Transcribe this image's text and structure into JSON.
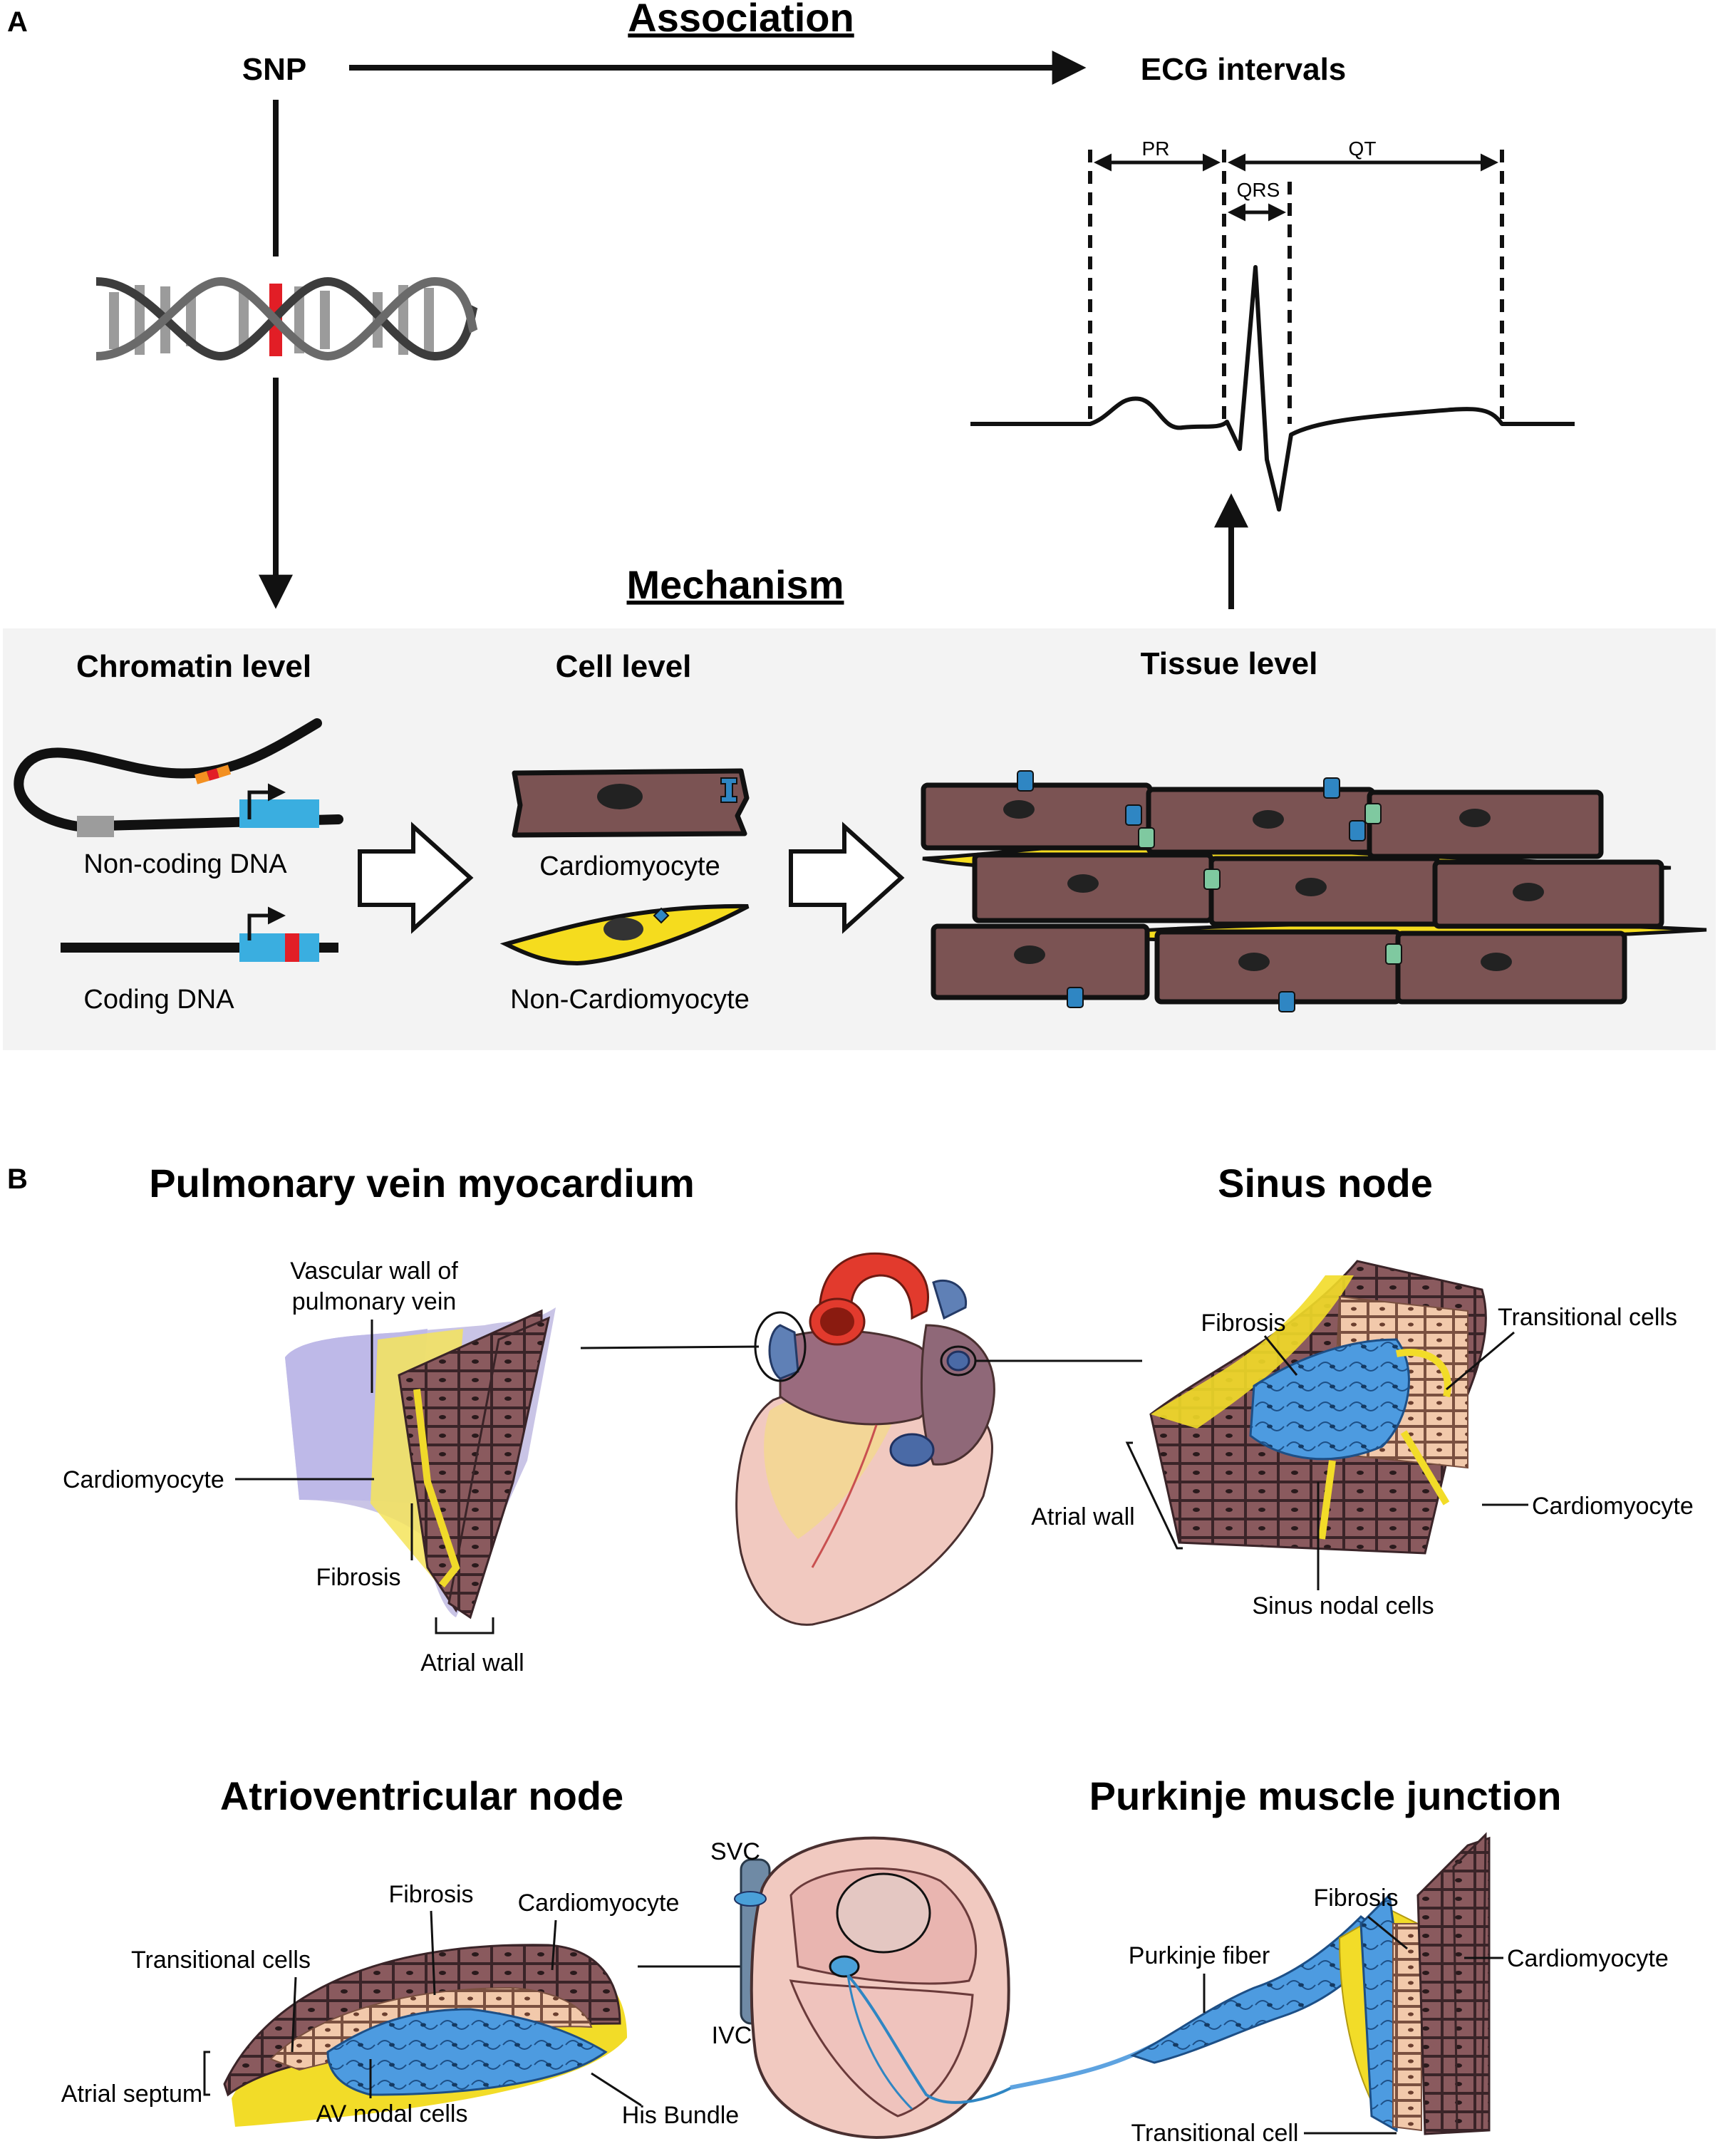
{
  "panel_a": {
    "letter": "A",
    "association_title": "Association",
    "snp_label": "SNP",
    "ecg_label": "ECG intervals",
    "ecg": {
      "pr": "PR",
      "qt": "QT",
      "qrs": "QRS"
    },
    "mechanism_title": "Mechanism",
    "levels": {
      "chromatin": "Chromatin level",
      "cell": "Cell level",
      "tissue": "Tissue level"
    },
    "labels": {
      "non_coding": "Non-coding DNA",
      "coding": "Coding DNA",
      "cardiomyocyte": "Cardiomyocyte",
      "non_cardiomyocyte": "Non-Cardiomyocyte"
    }
  },
  "panel_b": {
    "letter": "B",
    "pulmonary": {
      "title": "Pulmonary vein myocardium",
      "vascular_wall_1": "Vascular wall of",
      "vascular_wall_2": "pulmonary vein",
      "cardiomyocyte": "Cardiomyocyte",
      "fibrosis": "Fibrosis",
      "atrial_wall": "Atrial wall"
    },
    "sinus": {
      "title": "Sinus node",
      "fibrosis": "Fibrosis",
      "transitional": "Transitional cells",
      "atrial_wall": "Atrial wall",
      "cardiomyocyte": "Cardiomyocyte",
      "nodal": "Sinus nodal cells"
    },
    "av": {
      "title": "Atrioventricular node",
      "fibrosis": "Fibrosis",
      "cardiomyocyte": "Cardiomyocyte",
      "transitional": "Transitional cells",
      "septum": "Atrial septum",
      "nodal": "AV nodal cells",
      "his": "His Bundle",
      "svc": "SVC",
      "ivc": "IVC"
    },
    "purkinje": {
      "title": "Purkinje muscle junction",
      "fibrosis": "Fibrosis",
      "fiber": "Purkinje fiber",
      "cardiomyocyte": "Cardiomyocyte",
      "transitional": "Transitional cell"
    }
  },
  "colors": {
    "muscle": "#7b5353",
    "fibrosis": "#f2dc28",
    "channel": "#2f86c3",
    "gap_junction": "#7fc9a0",
    "promoter": "#3aaee0",
    "snp": "#e21e26",
    "nodal": "#3d8fd6",
    "panel_bg": "#f3f3f3"
  }
}
